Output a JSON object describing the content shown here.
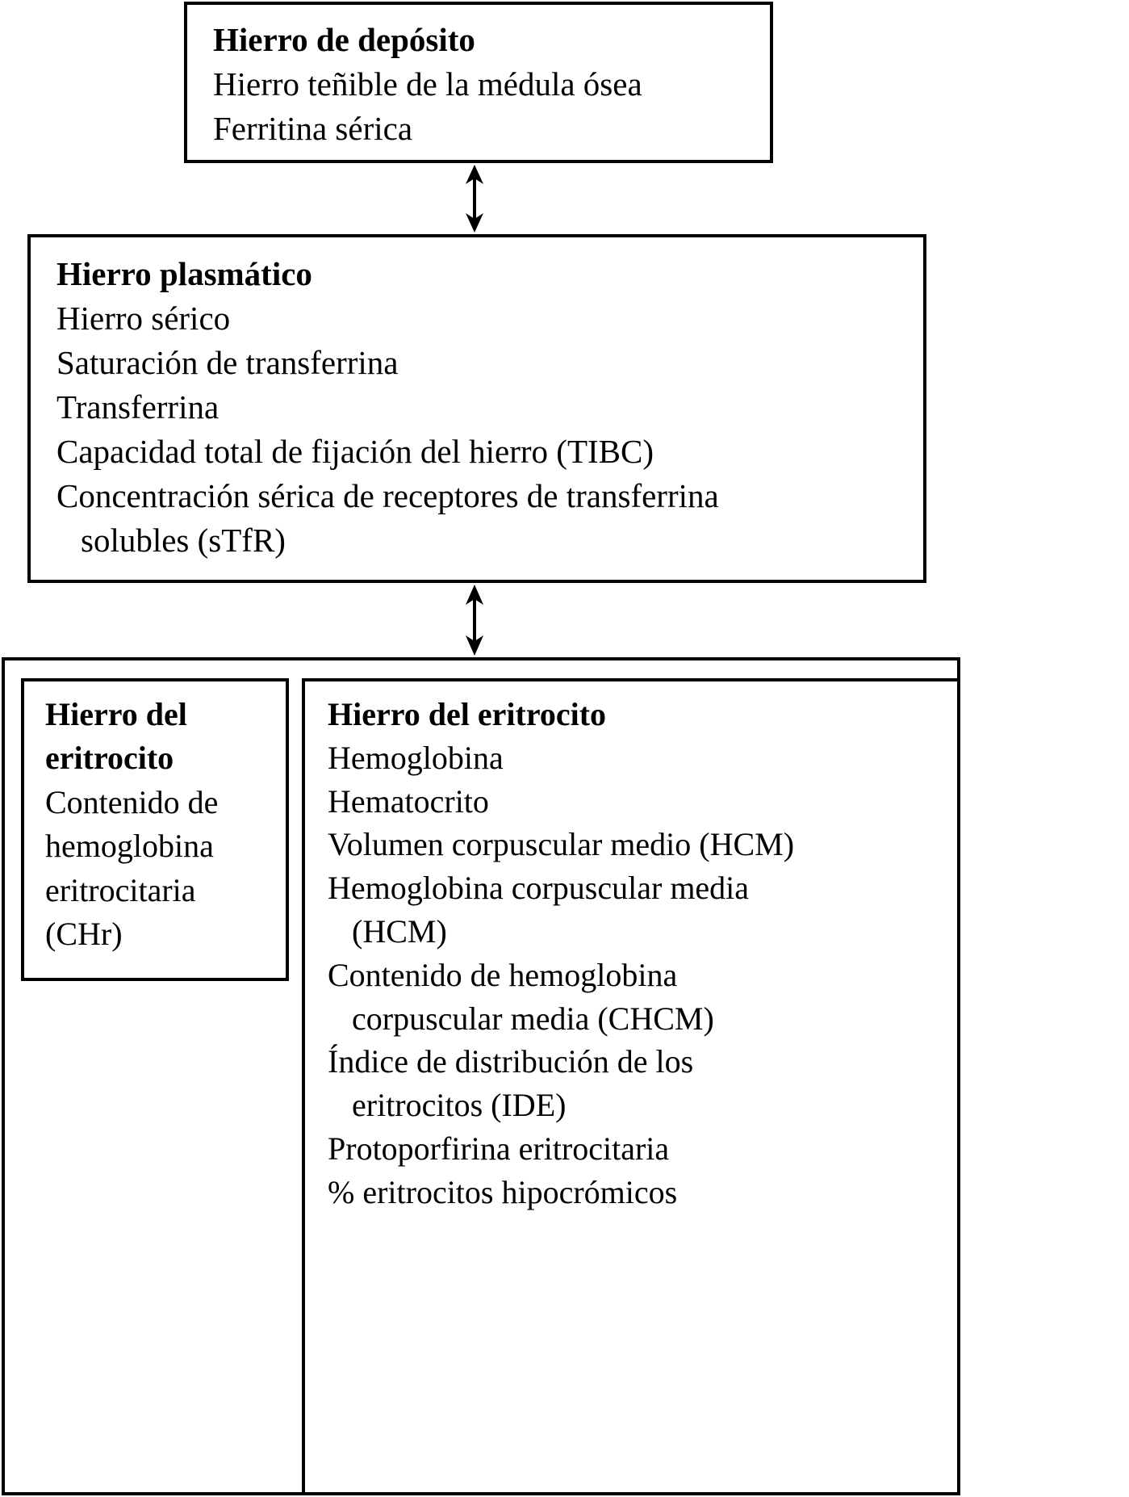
{
  "diagram": {
    "boxes": {
      "deposito": {
        "title": "Hierro de depósito",
        "items": [
          "Hierro teñible de la médula ósea",
          "Ferritina sérica"
        ]
      },
      "plasmatico": {
        "title": "Hierro plasmático",
        "items": [
          "Hierro sérico",
          "Saturación de transferrina",
          "Transferrina",
          "Capacidad total de fijación del hierro (TIBC)",
          "Concentración sérica de receptores de transferrina",
          "solubles (sTfR)"
        ]
      },
      "eritrocito_left": {
        "title": "Hierro del eritrocito",
        "items": [
          "Contenido de hemoglobina eritrocitaria (CHr)"
        ]
      },
      "eritrocito_right": {
        "title": "Hierro del eritrocito",
        "items": [
          "Hemoglobina",
          "Hematocrito",
          "Volumen corpuscular medio (HCM)",
          "Hemoglobina corpuscular media",
          "(HCM)",
          "Contenido de hemoglobina",
          "corpuscular media (CHCM)",
          "Índice de distribución de los",
          "eritrocitos (IDE)",
          "Protoporfirina eritrocitaria",
          "% eritrocitos hipocrómicos"
        ]
      }
    },
    "connectors": [
      {
        "name": "deposito-plasmatico",
        "type": "double-headed-vertical-arrow"
      },
      {
        "name": "plasmatico-eritrocito",
        "type": "double-headed-vertical-arrow"
      }
    ],
    "colors": {
      "border": "#000000",
      "text": "#000000",
      "background": "#ffffff"
    }
  }
}
